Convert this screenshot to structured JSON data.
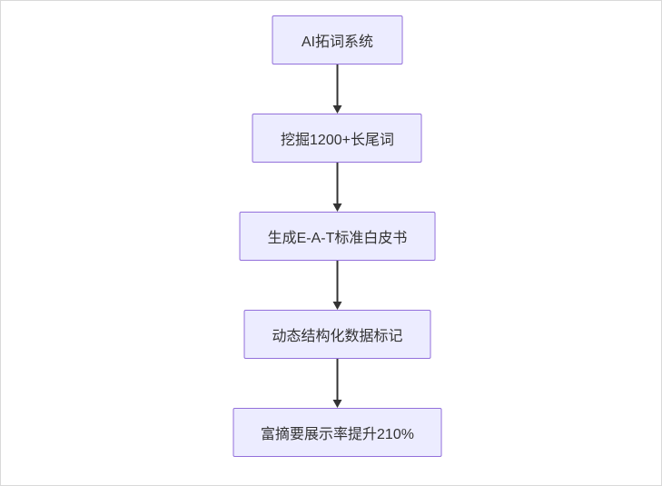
{
  "flowchart": {
    "type": "flowchart-vertical",
    "nodes": [
      {
        "id": "n1",
        "label": "AI拓词系统"
      },
      {
        "id": "n2",
        "label": "挖掘1200+长尾词"
      },
      {
        "id": "n3",
        "label": "生成E-A-T标准白皮书"
      },
      {
        "id": "n4",
        "label": "动态结构化数据标记"
      },
      {
        "id": "n5",
        "label": "富摘要展示率提升210%"
      }
    ],
    "edges": [
      {
        "from": "n1",
        "to": "n2"
      },
      {
        "from": "n2",
        "to": "n3"
      },
      {
        "from": "n3",
        "to": "n4"
      },
      {
        "from": "n4",
        "to": "n5"
      }
    ],
    "colors": {
      "node_fill": "#ececff",
      "node_border": "#9370db",
      "node_text": "#333333",
      "arrow": "#333333",
      "background": "#ffffff"
    }
  }
}
